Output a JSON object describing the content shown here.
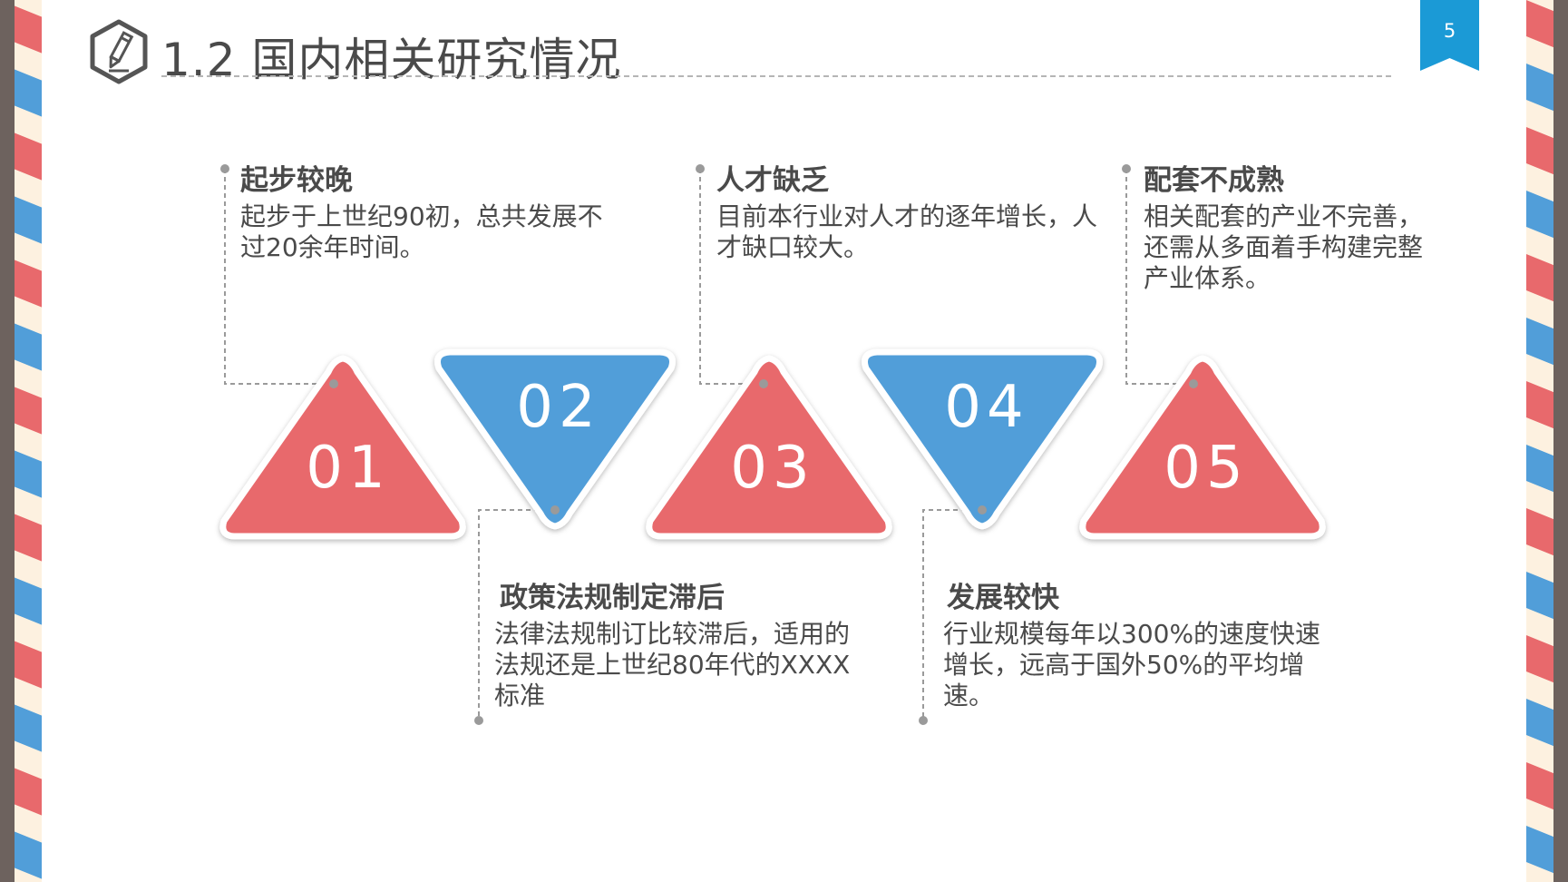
{
  "title": "1.2 国内相关研究情况",
  "title_icon": "pencil-hexagon-icon",
  "page_number": "5",
  "colors": {
    "red": "#e8696c",
    "blue": "#519ed9",
    "text": "#4a4a4a",
    "badge": "#1b9ad6"
  },
  "steps": [
    {
      "number": "01",
      "heading": "起步较晚",
      "text": "起步于上世纪90初，总共发展不过20余年时间。"
    },
    {
      "number": "02",
      "heading": "政策法规制定滞后",
      "text": "法律法规制订比较滞后，适用的法规还是上世纪80年代的XXXX标准"
    },
    {
      "number": "03",
      "heading": "人才缺乏",
      "text": "目前本行业对人才的逐年增长，人才缺口较大。"
    },
    {
      "number": "04",
      "heading": "发展较快",
      "text": "行业规模每年以300%的速度快速增长，远高于国外50%的平均增速。"
    },
    {
      "number": "05",
      "heading": "配套不成熟",
      "text": "相关配套的产业不完善，还需从多面着手构建完整产业体系。"
    }
  ]
}
